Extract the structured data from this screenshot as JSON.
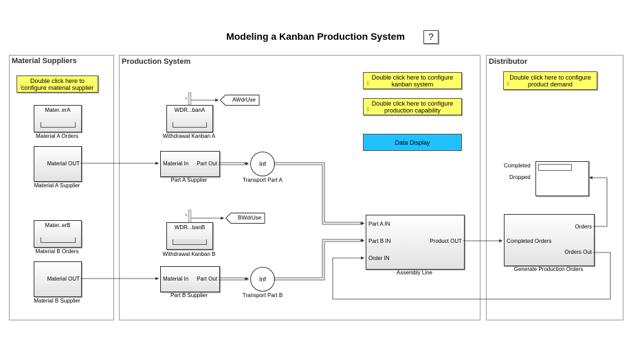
{
  "title": "Modeling a Kanban Production System",
  "help_label": "?",
  "areas": {
    "suppliers": "Material Suppliers",
    "production": "Production System",
    "distributor": "Distributor"
  },
  "notes": {
    "supplier_config": "Double click here to configure material supplier",
    "kanban_config": "Double click here to configure kanban system",
    "production_config": "Double click here to configure production capability",
    "demand_config": "Double click here to configure product demand"
  },
  "data_display": "Data Display",
  "blocks": {
    "mat_a_orders": {
      "inner": "Mater..erA",
      "name": "Material A Orders"
    },
    "mat_a_supplier": {
      "port_out": "Material OUT",
      "name": "Material A Supplier"
    },
    "mat_b_orders": {
      "inner": "Mater..erB",
      "name": "Material B Orders"
    },
    "mat_b_supplier": {
      "port_out": "Material OUT",
      "name": "Material B Supplier"
    },
    "wd_kanban_a": {
      "inner": "WDR...banA",
      "name": "Withdrawal Kanban A"
    },
    "wd_kanban_b": {
      "inner": "WDR...banB",
      "name": "Withdrawal Kanban B"
    },
    "part_a_supplier": {
      "port_in": "Material In",
      "port_out": "Part Out",
      "name": "Part A Supplier"
    },
    "part_b_supplier": {
      "port_in": "Material In",
      "port_out": "Part Out",
      "name": "Part B Supplier"
    },
    "transport_a": {
      "inner": "Inf",
      "name": "Transport Part A"
    },
    "transport_b": {
      "inner": "Inf",
      "name": "Transport Part B"
    },
    "assembly": {
      "port_a": "Part A IN",
      "port_b": "Part B IN",
      "port_order": "Order IN",
      "port_out": "Product OUT",
      "name": "Assembly Line"
    },
    "gen_orders": {
      "port_in": "Completed Orders",
      "port_orders": "Orders",
      "port_out": "Orders Out",
      "name": "Generate Production Orders"
    },
    "display": {
      "completed": "Completed",
      "dropped": "Dropped"
    }
  },
  "gotos": {
    "a": "AWdrUse",
    "b": "BWdrUse"
  },
  "gauge_label": "u"
}
